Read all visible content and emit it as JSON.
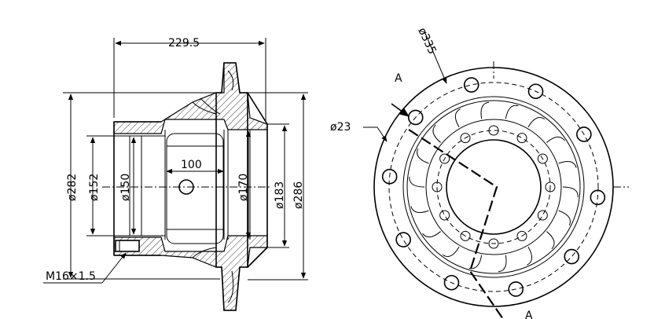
{
  "side_view": {
    "dim_overall_length": "229.5",
    "dim_bearing_seat": "100",
    "dia_282": "ø282",
    "dia_152": "ø152",
    "dia_150": "ø150",
    "dia_170": "ø170",
    "dia_183": "ø183",
    "dia_286": "ø286",
    "thread_label": "M16×1.5"
  },
  "front_view": {
    "dia_335": "ø335",
    "dia_23": "ø23",
    "section_mark_top": "A",
    "section_mark_bottom": "A"
  }
}
